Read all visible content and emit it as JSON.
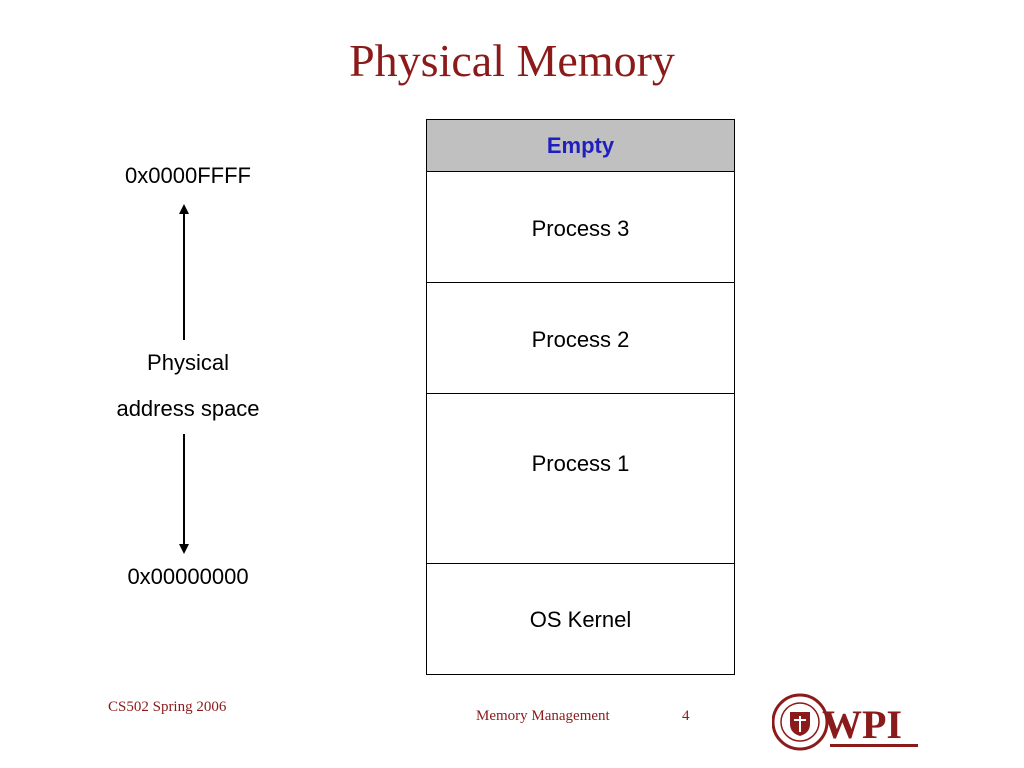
{
  "slide": {
    "title": "Physical Memory"
  },
  "address_axis": {
    "top_address": "0x0000FFFF",
    "label_line1": "Physical",
    "label_line2": "address space",
    "bottom_address": "0x00000000"
  },
  "memory_blocks": [
    {
      "label": "Empty"
    },
    {
      "label": "Process 3"
    },
    {
      "label": "Process 2"
    },
    {
      "label": "Process 1"
    },
    {
      "label": "OS Kernel"
    }
  ],
  "footer": {
    "course": "CS502 Spring 2006",
    "topic": "Memory Management",
    "page": "4",
    "logo_text": "WPI"
  },
  "colors": {
    "title": "#8b1a1a",
    "empty_fill": "#c0c0c0",
    "empty_text": "#1f1fbf"
  }
}
